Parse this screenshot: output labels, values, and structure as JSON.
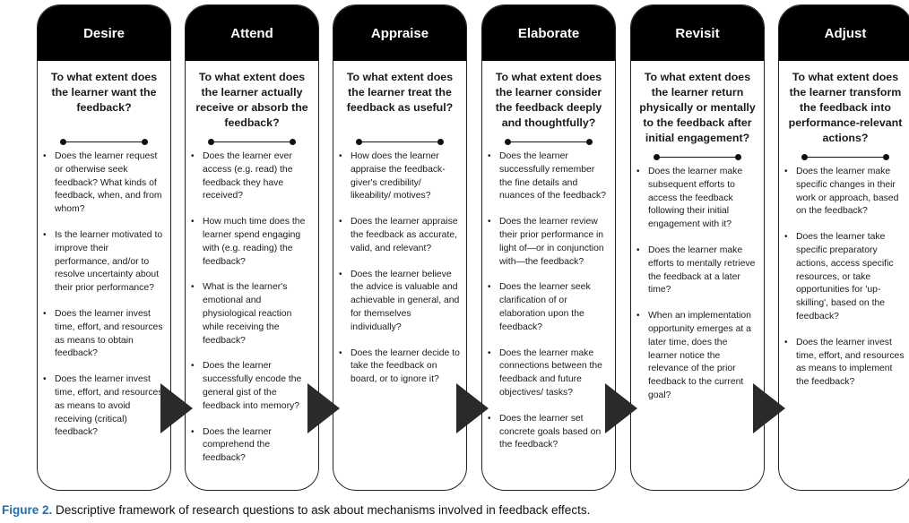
{
  "panels": [
    {
      "title": "Desire",
      "question": "To what extent does the learner want the feedback?",
      "items": [
        "Does the learner request or otherwise seek feedback? What kinds of feedback, when, and from whom?",
        "Is the learner motivated to improve their performance, and/or to resolve uncertainty about their prior performance?",
        "Does the learner invest time, effort, and resources as means to obtain feedback?",
        "Does the learner invest time, effort, and resources as means to avoid receiving (critical) feedback?"
      ]
    },
    {
      "title": "Attend",
      "question": "To what extent does the learner actually receive or absorb the feedback?",
      "items": [
        "Does the learner ever access (e.g. read) the feedback they have received?",
        "How much time does the learner spend engaging with (e.g. reading) the feedback?",
        "What is the learner's emotional and physiological reaction while receiving the feedback?",
        "Does the learner successfully encode the general gist of the feedback into memory?",
        "Does the learner comprehend the feedback?"
      ]
    },
    {
      "title": "Appraise",
      "question": "To what extent does the learner treat the feedback as useful?",
      "items": [
        "How does the learner appraise the feedback-giver's credibility/ likeability/ motives?",
        "Does the learner appraise the feedback as accurate, valid, and relevant?",
        "Does the learner believe the advice is valuable and achievable in general, and for themselves individually?",
        "Does the learner decide to take the feedback on board, or to ignore it?"
      ]
    },
    {
      "title": "Elaborate",
      "question": "To what extent does the learner consider the feedback deeply and thoughtfully?",
      "items": [
        "Does the learner successfully remember the fine details and nuances of the feedback?",
        "Does the learner review their prior performance in light of—or in conjunction with—the feedback?",
        "Does the learner seek clarification of or elaboration upon the feedback?",
        "Does the learner make connections between the feedback and future objectives/ tasks?",
        "Does the learner set concrete goals based on the feedback?"
      ]
    },
    {
      "title": "Revisit",
      "question": "To what extent does the learner return physically or mentally to the feedback after initial engagement?",
      "items": [
        "Does the learner make subsequent efforts to access the feedback following their initial engagement with it?",
        "Does the learner make efforts to mentally retrieve the feedback at a later time?",
        "When an implementation opportunity emerges at a later time, does the learner notice the relevance of the prior feedback to the current goal?"
      ]
    },
    {
      "title": "Adjust",
      "question": "To what extent does the learner transform the feedback into performance-relevant actions?",
      "items": [
        "Does the learner make specific changes in their work or approach, based on the feedback?",
        "Does the learner take specific preparatory actions, access specific resources, or take opportunities for 'up-skilling', based on the feedback?",
        "Does the learner invest time, effort, and resources as means to implement the feedback?"
      ]
    }
  ],
  "caption": {
    "label": "Figure 2.",
    "text": "Descriptive framework of research questions to ask about mechanisms involved in feedback effects."
  }
}
